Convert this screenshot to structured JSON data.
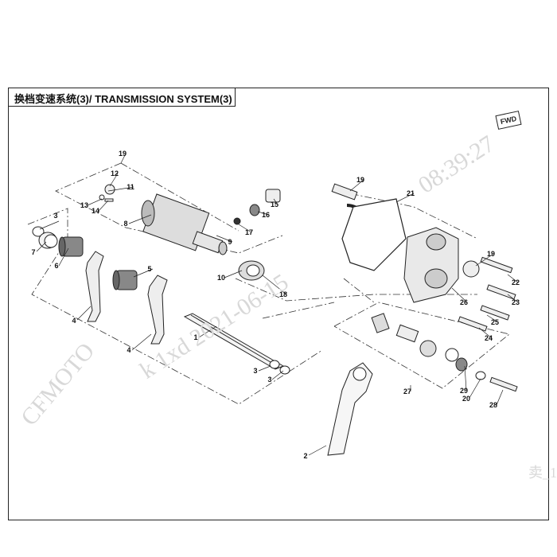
{
  "header": {
    "title": "换档变速系统(3)/ TRANSMISSION SYSTEM(3)"
  },
  "fwd_label": "FWD",
  "watermarks": {
    "left": "CFMOTO",
    "center": "k 1xd 2021-06-15",
    "right": "08:39:27",
    "edge": "卖_1"
  },
  "callouts": [
    "1",
    "2",
    "3",
    "3",
    "3",
    "4",
    "4",
    "5",
    "6",
    "7",
    "8",
    "9",
    "10",
    "11",
    "12",
    "13",
    "14",
    "15",
    "16",
    "17",
    "18",
    "19",
    "19",
    "19",
    "20",
    "21",
    "22",
    "23",
    "24",
    "25",
    "26",
    "27",
    "28",
    "29"
  ],
  "colors": {
    "line": "#222222",
    "dash": "#333333",
    "watermark": "#d8d8d8"
  }
}
